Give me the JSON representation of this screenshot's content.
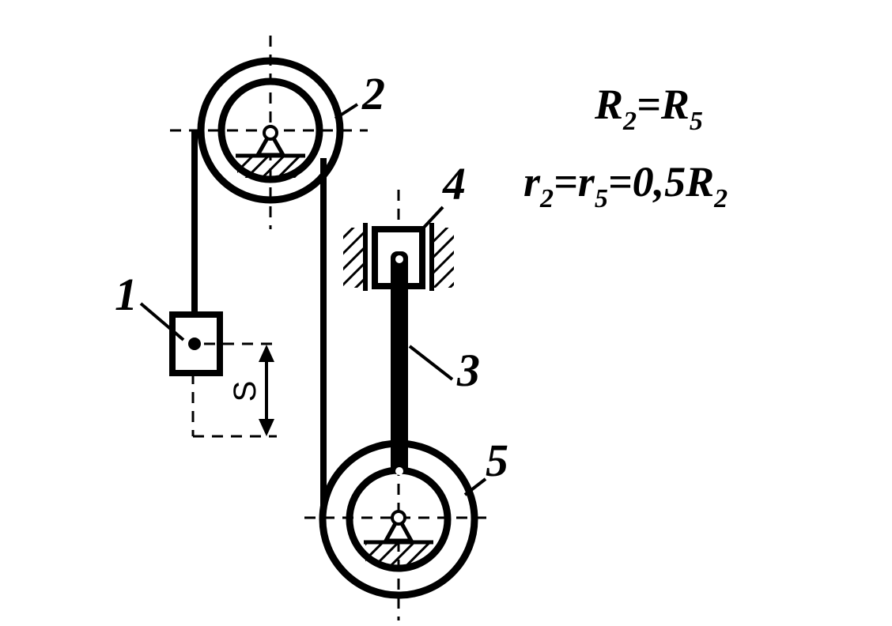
{
  "labels": {
    "body_1": "1",
    "body_2": "2",
    "body_3": "3",
    "body_4": "4",
    "body_5": "5",
    "displacement": "S"
  },
  "formula_1": {
    "left_main": "R",
    "left_sub": "2",
    "op": "=",
    "right_main": "R",
    "right_sub": "5"
  },
  "formula_2": {
    "a_main": "r",
    "a_sub": "2",
    "op1": "=",
    "b_main": "r",
    "b_sub": "5",
    "op2": "=",
    "c_main": "0,5R",
    "c_sub": "2"
  }
}
